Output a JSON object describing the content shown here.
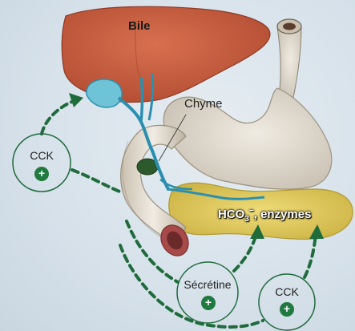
{
  "labels": {
    "bile": "Bile",
    "chyme": "Chyme",
    "hco3_prefix": "HCO",
    "hco3_sub": "3",
    "hco3_sup": "−",
    "hco3_suffix": ", enzymes",
    "cck_left": "CCK",
    "secretine": "Sécrétine",
    "cck_bottom": "CCK",
    "plus": "+"
  },
  "colors": {
    "liver": "#c0553a",
    "stomach": "#e3ddd2",
    "pancreas": "#e6cf5e",
    "duct": "#2a8fb0",
    "arrow": "#1f6b3c",
    "plus_badge": "#1f7a3f"
  }
}
